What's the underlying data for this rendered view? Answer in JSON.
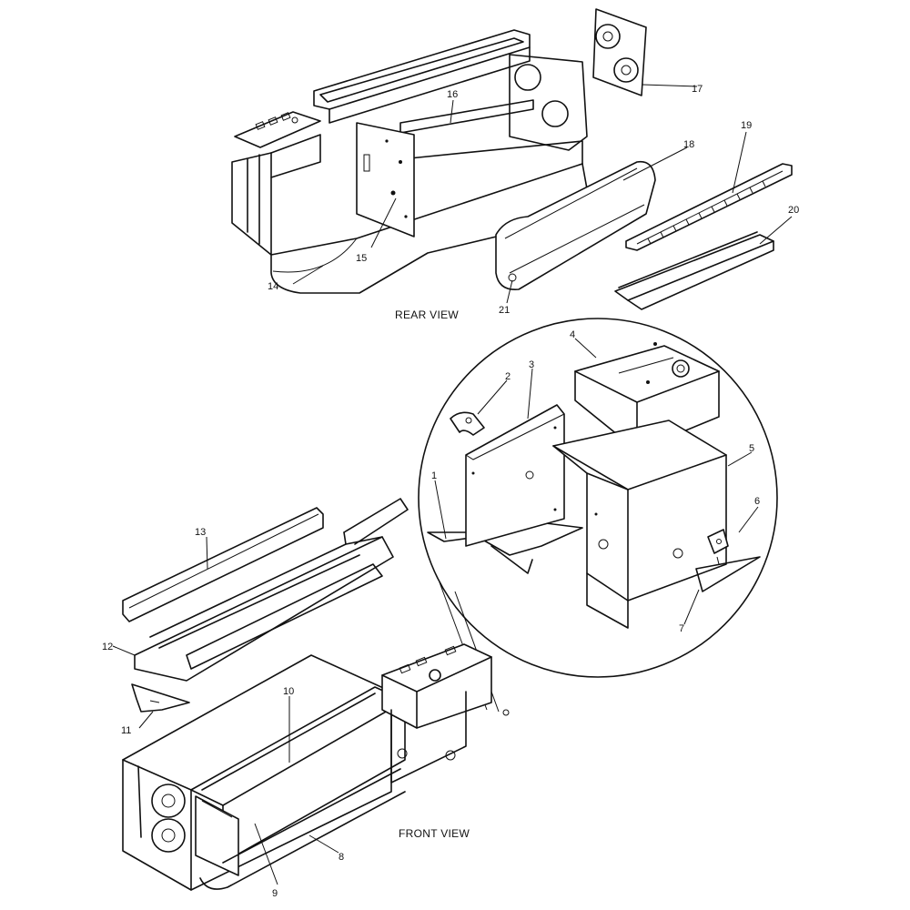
{
  "views": {
    "rear": "REAR VIEW",
    "front": "FRONT VIEW"
  },
  "callouts": {
    "p1": "1",
    "p2": "2",
    "p3": "3",
    "p4": "4",
    "p5": "5",
    "p6": "6",
    "p7": "7",
    "p8": "8",
    "p9": "9",
    "p10": "10",
    "p11": "11",
    "p12": "12",
    "p13": "13",
    "p14": "14",
    "p15": "15",
    "p16": "16",
    "p17": "17",
    "p18": "18",
    "p19": "19",
    "p20": "20",
    "p21": "21"
  }
}
